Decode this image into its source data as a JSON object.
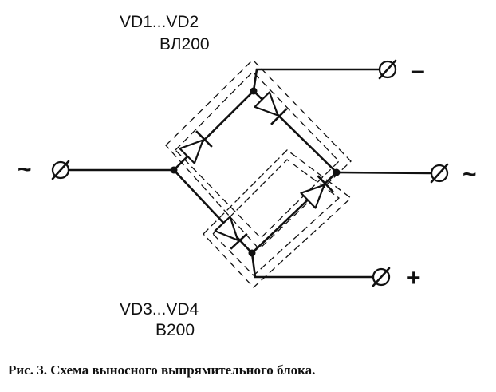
{
  "labels": {
    "top_part": "VD1...VD2",
    "top_type": "ВЛ200",
    "bottom_part": "VD3...VD4",
    "bottom_type": "В200"
  },
  "terminals": {
    "left": "~",
    "right": "~",
    "top_right": "–",
    "bottom_right": "+"
  },
  "caption": "Рис. 3. Схема выносного выпрямительного блока.",
  "colors": {
    "ink": "#111111",
    "background": "#ffffff"
  }
}
